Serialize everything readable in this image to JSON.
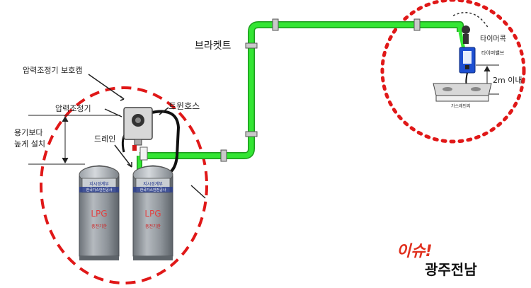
{
  "labels": {
    "bracket": "브라켓트",
    "regulator_cap": "압력조정기 보호캡",
    "regulator": "압력조정기",
    "twin_hose": "트윈호스",
    "drain": "드레인",
    "install_note_line1": "용기보다",
    "install_note_line2": "높게 설치",
    "timer_cock": "타이머콕",
    "timer_valve": "타이머밸브",
    "distance": "2m 이내",
    "gas_range": "가스레인지"
  },
  "cylinder": {
    "label": "LPG",
    "collar_text": "지시경계부",
    "band_text": "한국가스안전공사",
    "base_text": "충전기한"
  },
  "logo": {
    "top": "이슈!",
    "bottom": "광주전남"
  },
  "colors": {
    "pipe": "#33e633",
    "pipe_edge": "#1c9b1c",
    "highlight_circle": "#e01818",
    "cylinder_body": "#8f959b",
    "timer_valve": "#1d4fd1"
  }
}
